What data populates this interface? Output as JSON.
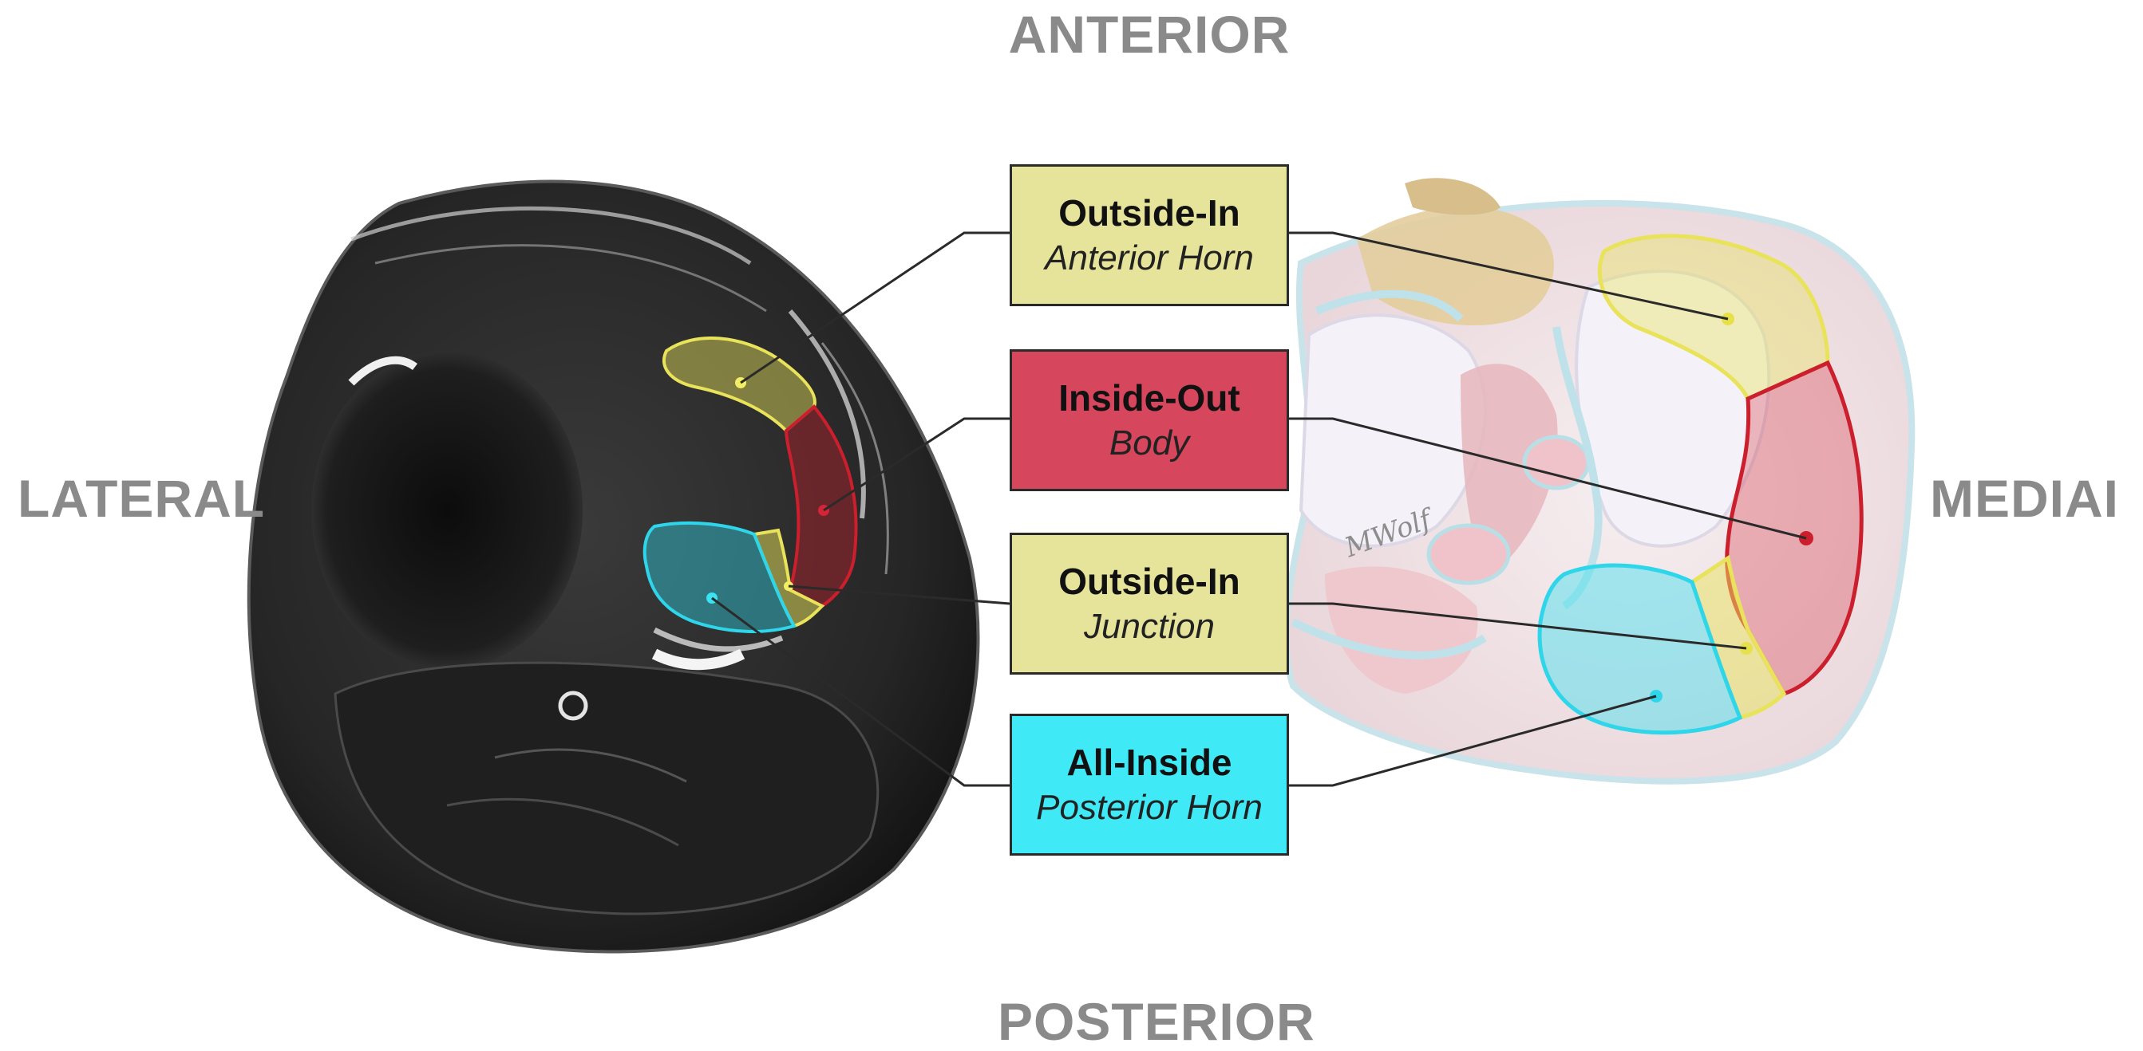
{
  "orientation": {
    "anterior": "ANTERIOR",
    "posterior": "POSTERIOR",
    "lateral": "LATERAL",
    "medial": "MEDIAI"
  },
  "labels": [
    {
      "title": "Outside-In",
      "subtitle": "Anterior Horn",
      "color": "#e6e49a"
    },
    {
      "title": "Inside-Out",
      "subtitle": "Body",
      "color": "#d6465c"
    },
    {
      "title": "Outside-In",
      "subtitle": "Junction",
      "color": "#e6e49a"
    },
    {
      "title": "All-Inside",
      "subtitle": "Posterior Horn",
      "color": "#3fe9f5"
    }
  ],
  "illustration_signature": "MWolf",
  "colors": {
    "anterior_horn": "#e8e35a",
    "body": "#cc1f2e",
    "junction": "#e8e35a",
    "posterior_horn": "#2fd6ea",
    "direction_text": "#8a8a8a"
  }
}
